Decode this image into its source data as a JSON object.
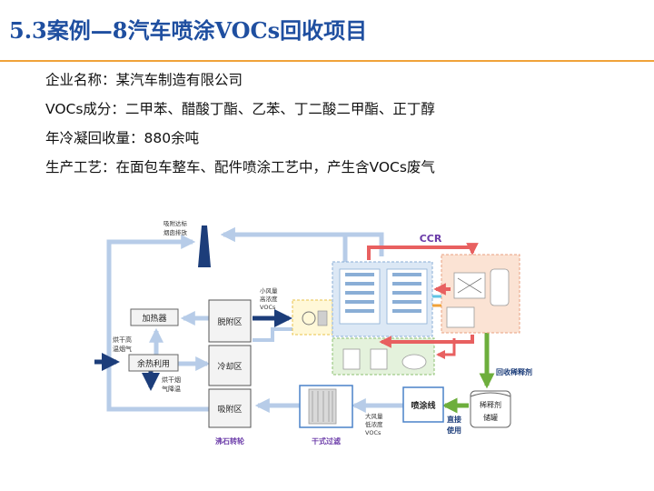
{
  "title": "5.3案例—8汽车喷涂VOCs回收项目",
  "info": [
    "企业名称：某汽车制造有限公司",
    "VOCs成分：二甲苯、醋酸丁酯、乙苯、丁二酸二甲酯、正丁醇",
    "年冷凝回收量：880余吨",
    "生产工艺：在面包车整车、配件喷涂工艺中，产生含VOCs废气"
  ],
  "diagram": {
    "chimney_label": [
      "吸附达标",
      "烟囱排放"
    ],
    "heater": "加热器",
    "waste_heat": "余热利用",
    "hot_gas_label": [
      "烘干高",
      "温烟气"
    ],
    "cool_gas_label": [
      "烘干烟",
      "气降温"
    ],
    "desorb_zone": "脱附区",
    "cool_zone": "冷却区",
    "adsorb_zone": "吸附区",
    "small_air_label": [
      "小风量",
      "高浓度",
      "VOCs"
    ],
    "large_air_label": [
      "大风量",
      "低浓度",
      "VOCs"
    ],
    "zeolite_wheel": "沸石转轮",
    "dry_filter": "干式过滤",
    "spray_line": "喷涂线",
    "direct_use": [
      "直接",
      "使用"
    ],
    "recycled_diluent": "回收稀释剂",
    "diluent_tank": [
      "稀释剂",
      "储罐"
    ],
    "ccr": "CCR"
  },
  "colors": {
    "title": "#1f4fa0",
    "rule": "#f0a23a",
    "pipe_blue": "#b7cce8",
    "pipe_navy": "#1c3d7a",
    "pipe_red": "#e86060",
    "pipe_green": "#6dae3c",
    "zone_fill": "#f3f3f3",
    "ccr_text": "#6a3aa8"
  }
}
